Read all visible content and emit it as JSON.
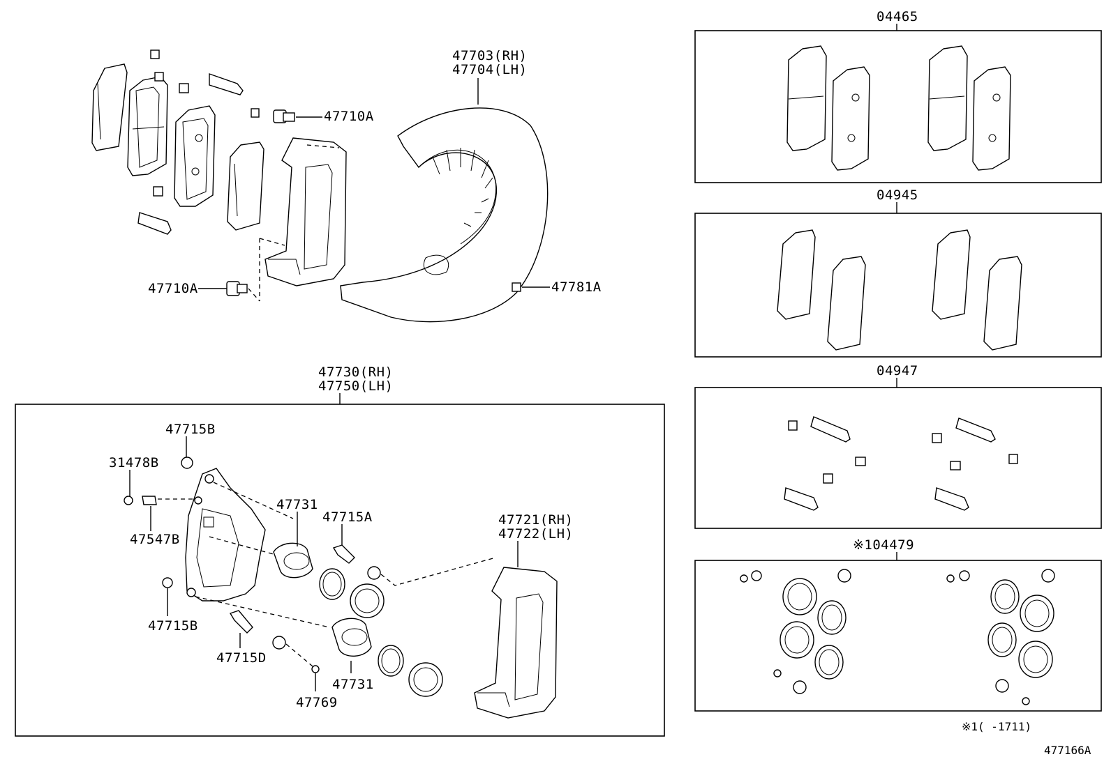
{
  "labels": {
    "p47703": "47703(RH)",
    "p47704": "47704(LH)",
    "p47710a_top": "47710A",
    "p47710a_bottom": "47710A",
    "p47781a": "47781A",
    "p47730": "47730(RH)",
    "p47750": "47750(LH)",
    "p47715b_top": "47715B",
    "p31478b": "31478B",
    "p47547b": "47547B",
    "p47715b_bottom": "47715B",
    "p47731_top": "47731",
    "p47715a": "47715A",
    "p47731_bottom": "47731",
    "p47715d": "47715D",
    "p47769": "47769",
    "p47721": "47721(RH)",
    "p47722": "47722(LH)",
    "kit_04465": "04465",
    "kit_04945": "04945",
    "kit_04947": "04947",
    "kit_04479": "※104479",
    "footnote": "※1(    -1711)",
    "diagram_id": "477166A"
  }
}
